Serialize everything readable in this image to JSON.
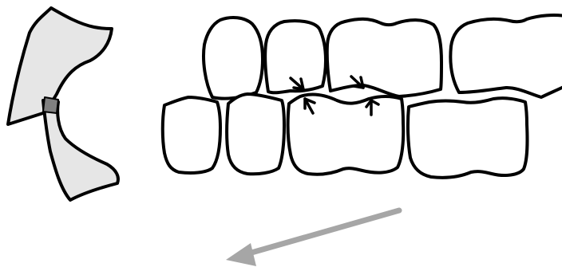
{
  "colors": {
    "background": "#ffffff",
    "outline": "#000000",
    "incisor_fill": "#e6e6e6",
    "contact_mark": "#808080",
    "arrow": "#a6a6a6",
    "tooth_fill": "#ffffff"
  },
  "diagram": {
    "upper_teeth": [
      "premolar-1",
      "premolar-2",
      "molar-1",
      "molar-2"
    ],
    "lower_teeth": [
      "premolar-1",
      "premolar-2",
      "molar-1",
      "molar-2"
    ],
    "contact_arrows": [
      "contact-arrow-1",
      "contact-arrow-2",
      "contact-arrow-3",
      "contact-arrow-4"
    ],
    "direction_arrow": "arrow-pointing-down-left"
  }
}
